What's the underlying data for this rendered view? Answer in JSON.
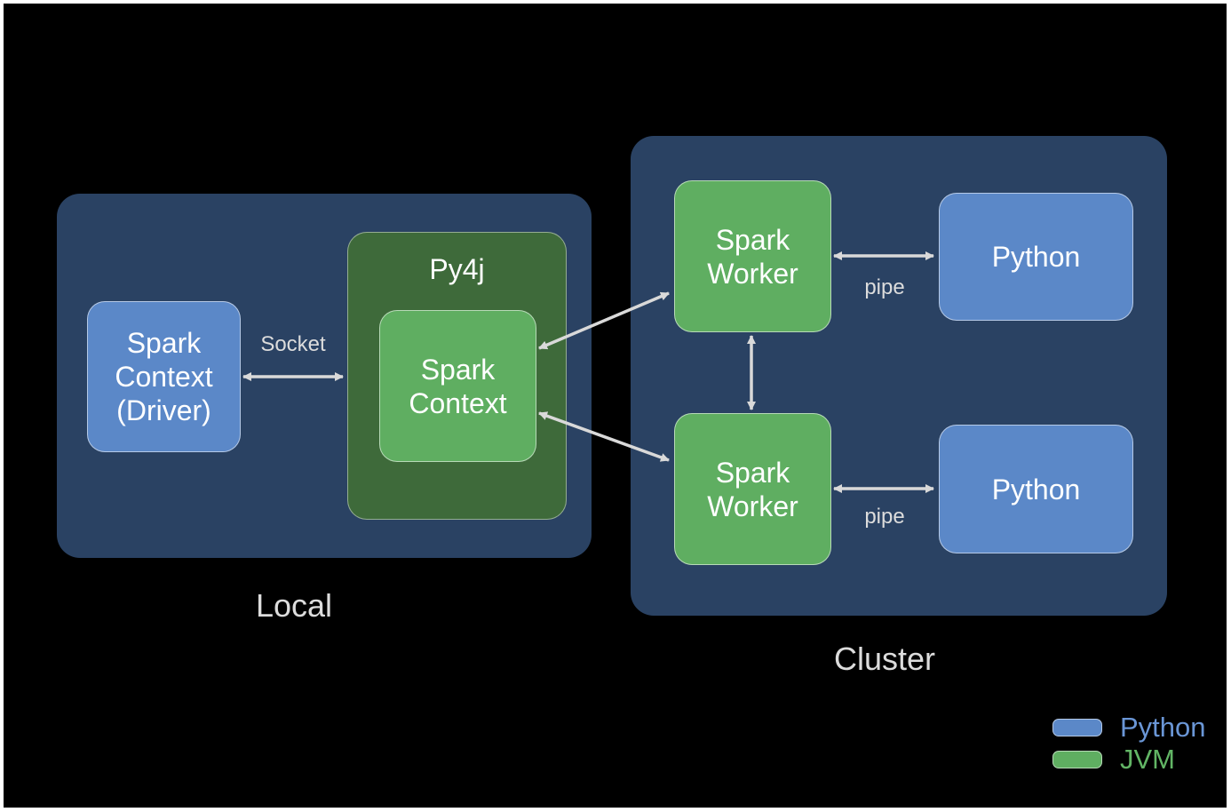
{
  "colors": {
    "background": "#000000",
    "panel": "#2a4263",
    "python": "#5b88c8",
    "jvm": "#5fae61",
    "py4j_container": "#3e6a3a",
    "arrow": "#d9d9d9",
    "legend_python_text": "#6a96d6",
    "legend_jvm_text": "#62b565"
  },
  "local": {
    "label": "Local",
    "driver_box": "Spark\nContext\n(Driver)",
    "socket_label": "Socket",
    "py4j_title": "Py4j",
    "spark_context_box": "Spark\nContext"
  },
  "cluster": {
    "label": "Cluster",
    "worker_top": "Spark\nWorker",
    "worker_bottom": "Spark\nWorker",
    "python_top": "Python",
    "python_bottom": "Python",
    "pipe_top": "pipe",
    "pipe_bottom": "pipe"
  },
  "legend": {
    "python_label": "Python",
    "jvm_label": "JVM"
  }
}
